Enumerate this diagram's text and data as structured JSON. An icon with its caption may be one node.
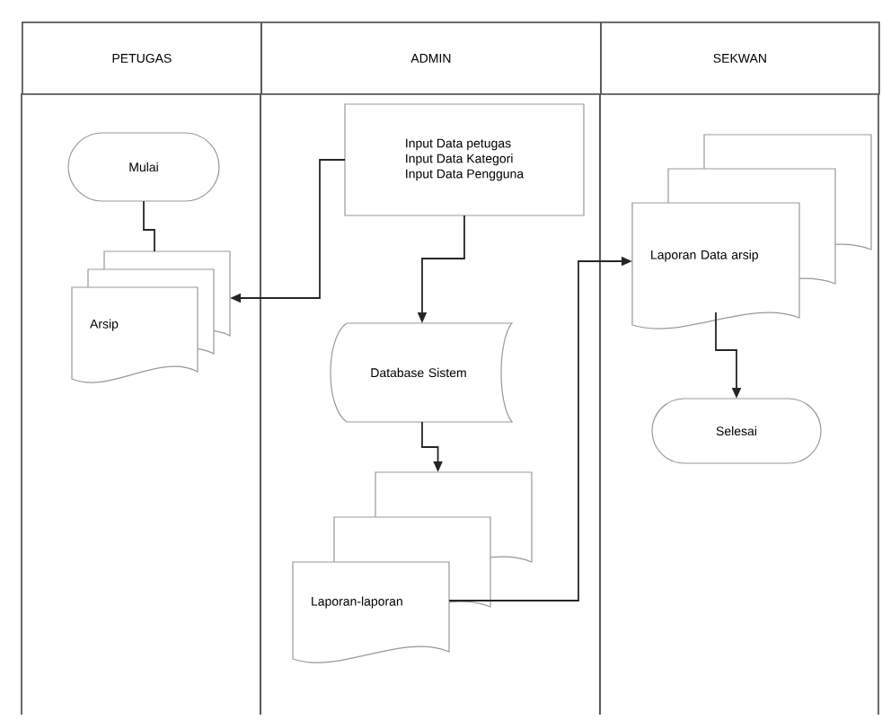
{
  "diagram": {
    "nodes": [
      {
        "text": [
          "PETUGAS"
        ]
      },
      {
        "text": [
          "ADMIN"
        ]
      },
      {
        "text": [
          "SEKWAN"
        ]
      },
      {
        "text": [
          "Mulai"
        ],
        "in": 0
      },
      {
        "text": [
          "Input Data petugas",
          "Input Data Kategori",
          "Input Data Pengguna"
        ],
        "in": 1
      },
      {
        "text": [
          "Arsip"
        ],
        "in": 0
      },
      {
        "text": [
          "Database Sistem"
        ],
        "in": 1
      },
      {
        "text": [
          "Laporan-laporan"
        ],
        "in": 1
      },
      {
        "text": [
          "Laporan Data arsip"
        ],
        "in": 2
      },
      {
        "text": [
          "Selesai"
        ],
        "in": 2
      }
    ],
    "edges": [
      {
        "from": 3,
        "to": 5,
        "arrow": "none"
      },
      {
        "from": 4,
        "to": 5,
        "arrow": "to"
      },
      {
        "from": 4,
        "to": 6,
        "arrow": "to"
      },
      {
        "from": 6,
        "to": 7,
        "arrow": "to"
      },
      {
        "from": 7,
        "to": 8,
        "arrow": "to"
      },
      {
        "from": 8,
        "to": 9,
        "arrow": "to"
      }
    ]
  }
}
